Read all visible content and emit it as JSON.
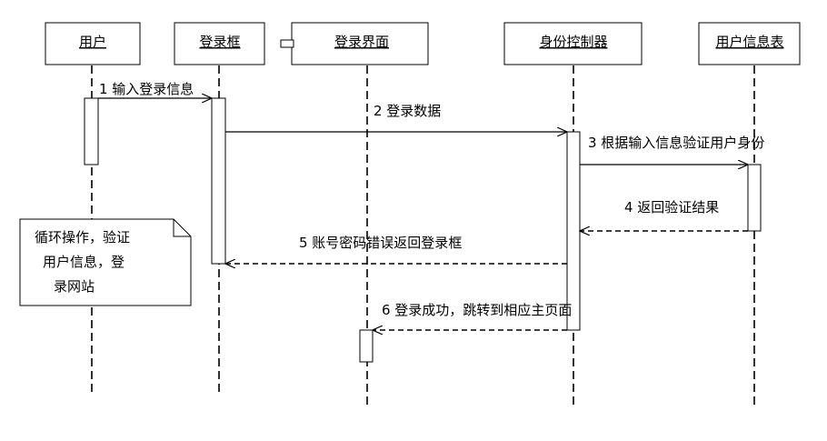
{
  "participants": [
    "用户",
    "登录框",
    "登录界面",
    "身份控制器",
    "用户信息表"
  ],
  "messages": [
    "1 输入登录信息",
    "2 登录数据",
    "3 根据输入信息验证用户身份",
    "4 返回验证结果",
    "5 账号密码错误返回登录框",
    "6 登录成功，跳转到相应主页面"
  ],
  "note": {
    "lines": [
      "循环操作，验证",
      "用户信息，登",
      "录网站"
    ]
  }
}
